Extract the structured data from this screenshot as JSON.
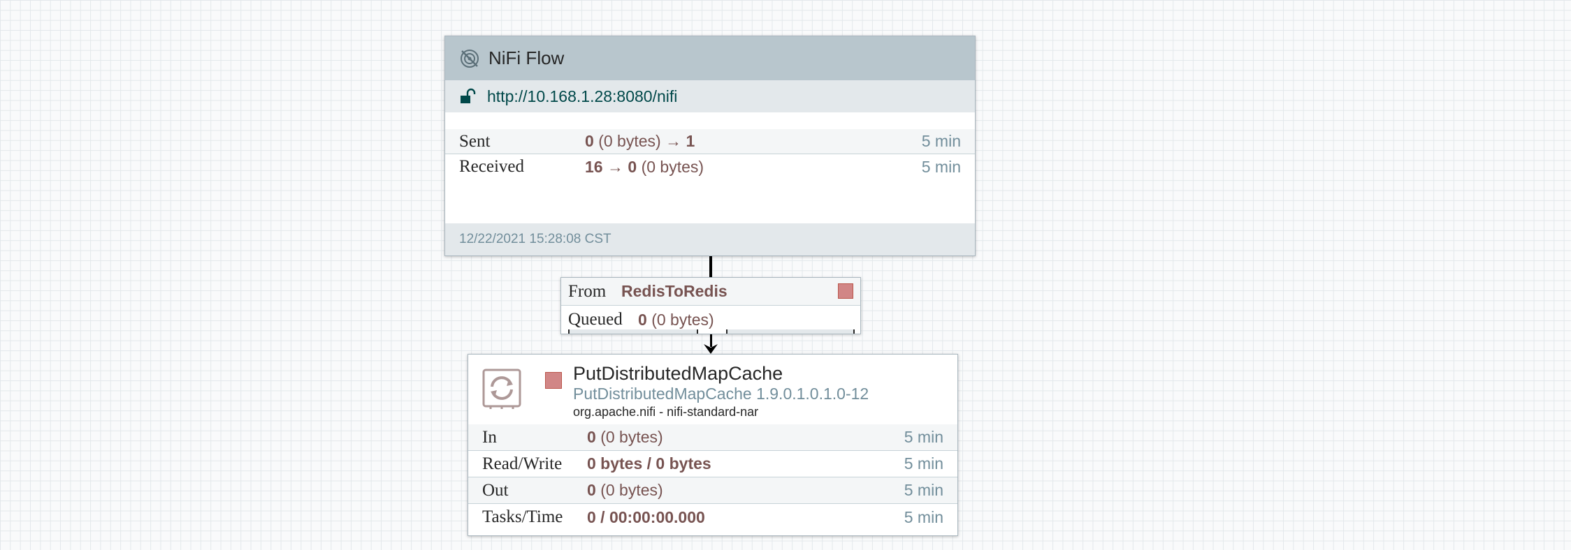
{
  "remote_process_group": {
    "title": "NiFi Flow",
    "uri": "http://10.168.1.28:8080/nifi",
    "sent": {
      "label": "Sent",
      "count": "0",
      "bytes": "(0 bytes)",
      "arrow": "→",
      "ports": "1",
      "time": "5 min"
    },
    "received": {
      "label": "Received",
      "count": "16",
      "arrow": "→",
      "ports": "0",
      "bytes": "(0 bytes)",
      "time": "5 min"
    },
    "last_refreshed": "12/22/2021 15:28:08 CST"
  },
  "connection": {
    "from_label": "From",
    "from_name": "RedisToRedis",
    "queued_label": "Queued",
    "queued_count": "0",
    "queued_bytes": "(0 bytes)"
  },
  "processor": {
    "name": "PutDistributedMapCache",
    "type": "PutDistributedMapCache 1.9.0.1.0.1.0-12",
    "bundle": "org.apache.nifi - nifi-standard-nar",
    "stats": {
      "in": {
        "label": "In",
        "count": "0",
        "bytes": "(0 bytes)",
        "time": "5 min"
      },
      "read_write": {
        "label": "Read/Write",
        "value": "0 bytes / 0 bytes",
        "time": "5 min"
      },
      "out": {
        "label": "Out",
        "count": "0",
        "bytes": "(0 bytes)",
        "time": "5 min"
      },
      "tasks_time": {
        "label": "Tasks/Time",
        "value": "0 / 00:00:00.000",
        "time": "5 min"
      }
    }
  },
  "colors": {
    "canvas_grid": "#e3e8eb",
    "header_bg": "#b8c6cd",
    "value_text": "#775351",
    "muted_text": "#728e9b",
    "stopped_status": "#d18686"
  },
  "icons": {
    "rpg_transmission": "transmission-disabled-icon",
    "rpg_security": "unlocked-icon",
    "processor": "processor-icon",
    "status": "stopped-icon",
    "connection_arrow": "arrow-down-icon"
  }
}
